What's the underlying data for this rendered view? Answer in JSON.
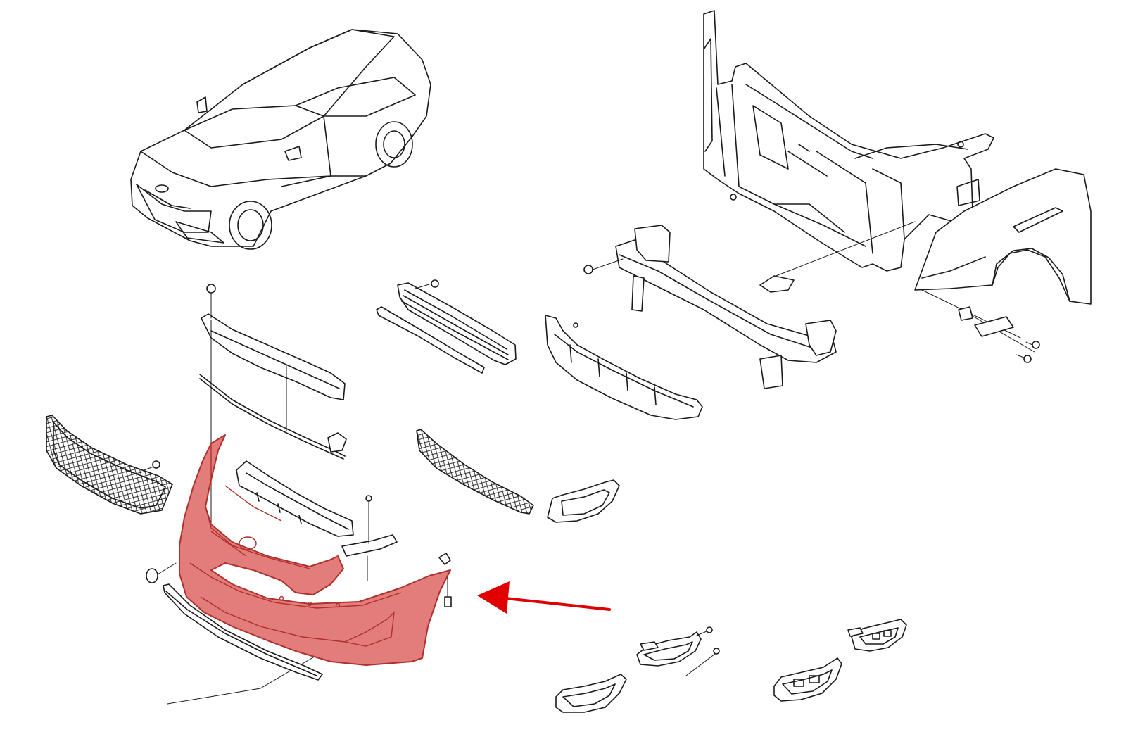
{
  "diagram": {
    "highlighted_part": "front-bumper-cover",
    "highlight_color": "#e27d7b",
    "arrow_color": "#e00000",
    "parts": [
      "vehicle-overview",
      "radiator-support-frame",
      "front-fender",
      "bumper-reinforcement-beam",
      "energy-absorber",
      "upper-grille",
      "grille-trim-strip",
      "radiator-grille",
      "bumper-mounting-bracket",
      "bumper-mounting-rail",
      "upper-bumper-molding",
      "front-bumper-cover",
      "bumper-side-bracket",
      "lower-grille",
      "fog-lamp-cover",
      "lower-lip-molding",
      "fog-lamp-bezel-left",
      "fog-lamp-bezel-right",
      "fog-lamp-housing",
      "bumper-mounting-clip",
      "fastener-bolt"
    ]
  }
}
